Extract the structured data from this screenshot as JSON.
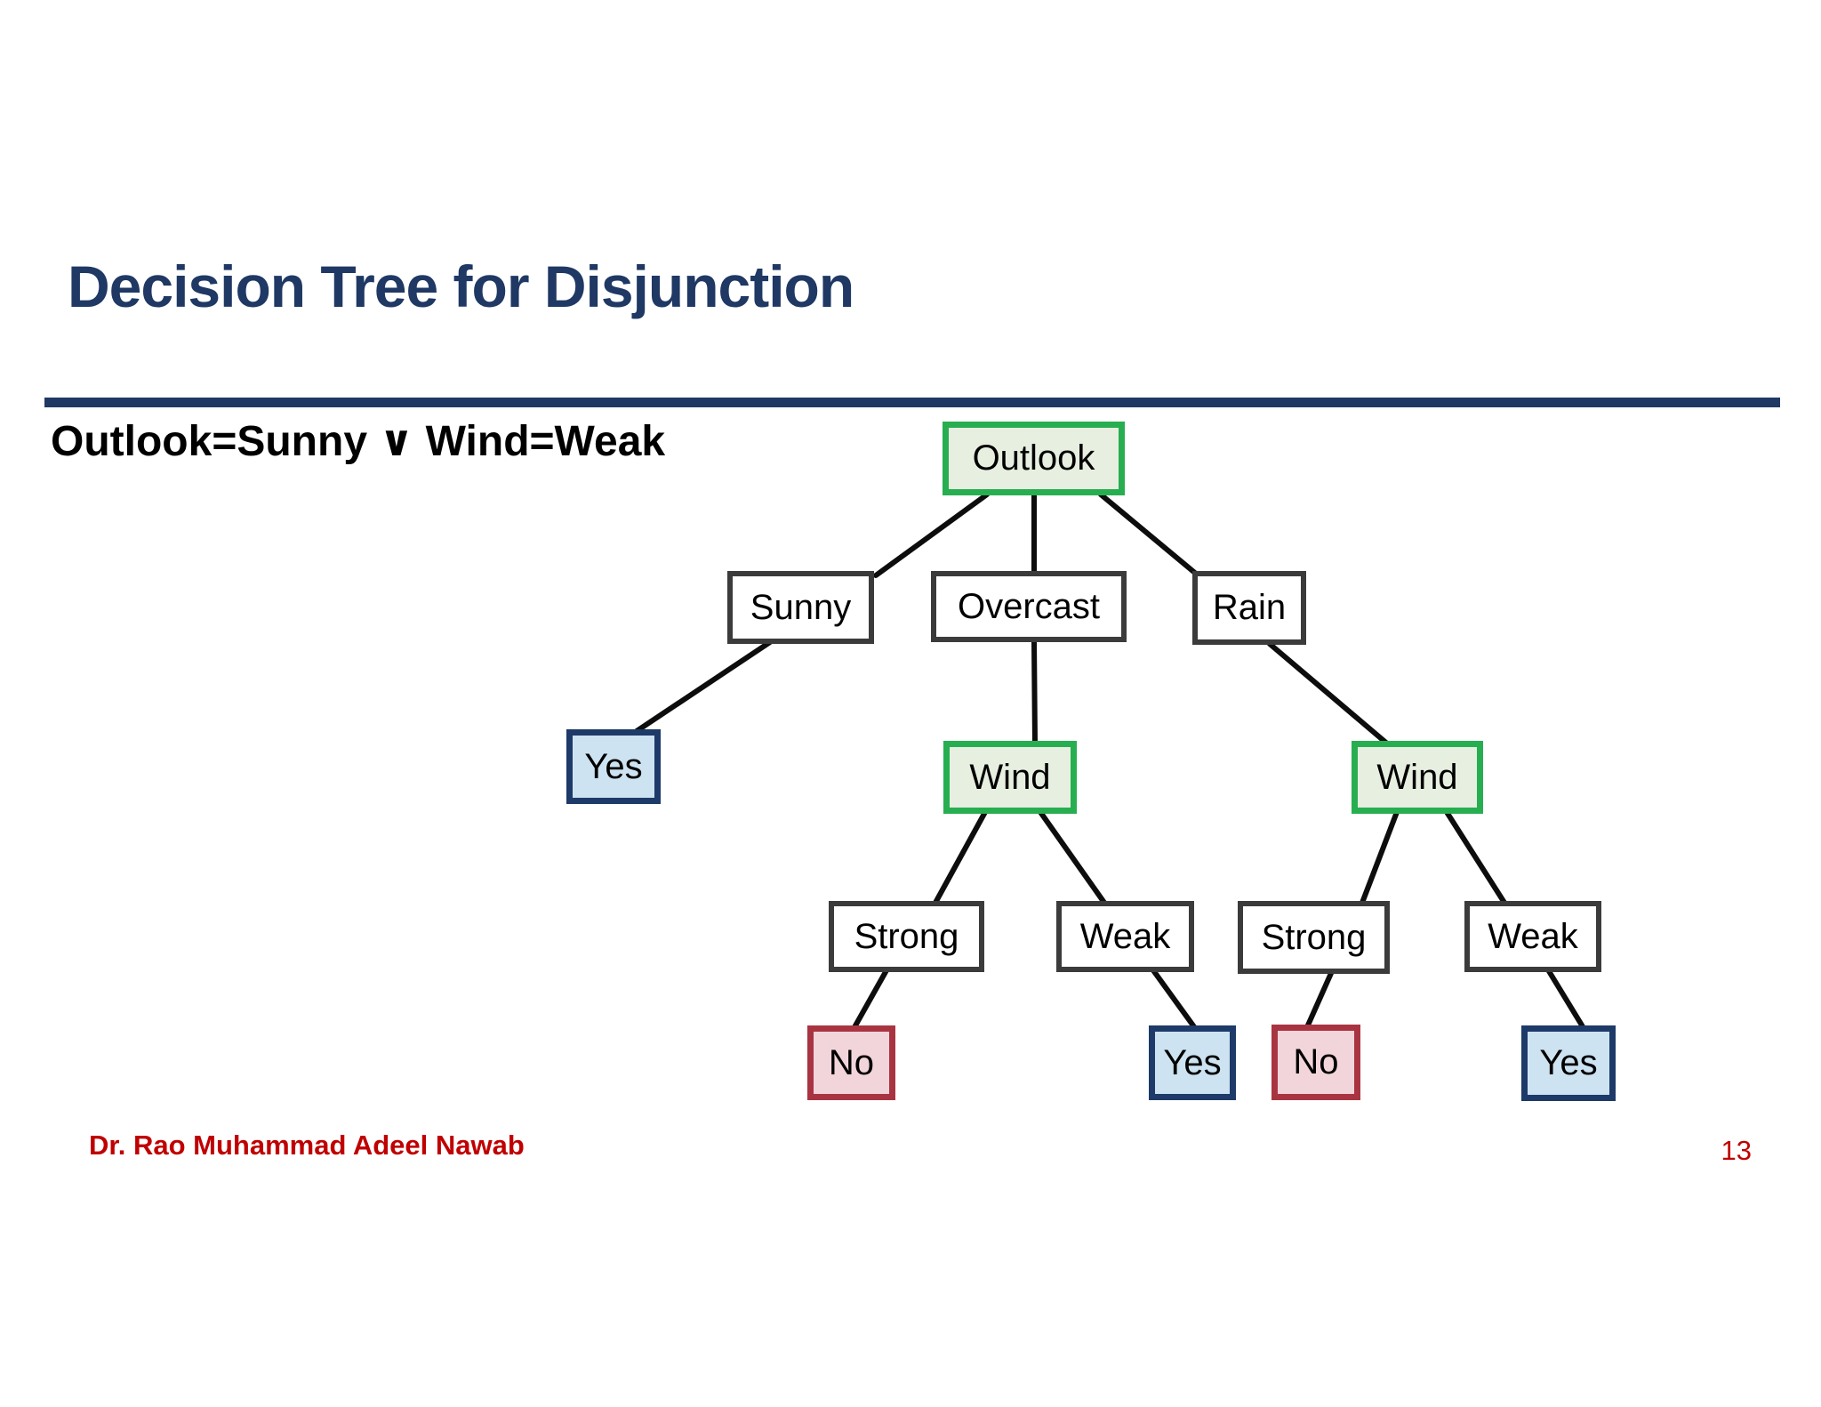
{
  "slide": {
    "title": "Decision Tree for Disjunction",
    "formula": "Outlook=Sunny ∨ Wind=Weak",
    "footer_author": "Dr. Rao Muhammad Adeel Nawab",
    "page_number": "13"
  },
  "colors": {
    "title_navy": "#1F3864",
    "divider_navy": "#1F3864",
    "footer_red": "#C00000",
    "edge_black": "#0D0D0D",
    "decision_green_border": "#27AE50",
    "decision_green_fill": "#E7EFE0",
    "branch_gray_border": "#3B3B3B",
    "branch_white_fill": "#FFFFFF",
    "yes_navy_border": "#1D3A68",
    "yes_blue_fill": "#CDE3F1",
    "no_red_border": "#A93441",
    "no_pink_fill": "#F2D5DB"
  },
  "tree": {
    "nodes": {
      "outlook": "Outlook",
      "sunny": "Sunny",
      "overcast": "Overcast",
      "rain": "Rain",
      "yes_sunny": "Yes",
      "wind_overcast": "Wind",
      "wind_rain": "Wind",
      "strong_overcast": "Strong",
      "weak_overcast": "Weak",
      "strong_rain": "Strong",
      "weak_rain": "Weak",
      "no_overcast_strong": "No",
      "yes_overcast_weak": "Yes",
      "no_rain_strong": "No",
      "yes_rain_weak": "Yes"
    }
  }
}
